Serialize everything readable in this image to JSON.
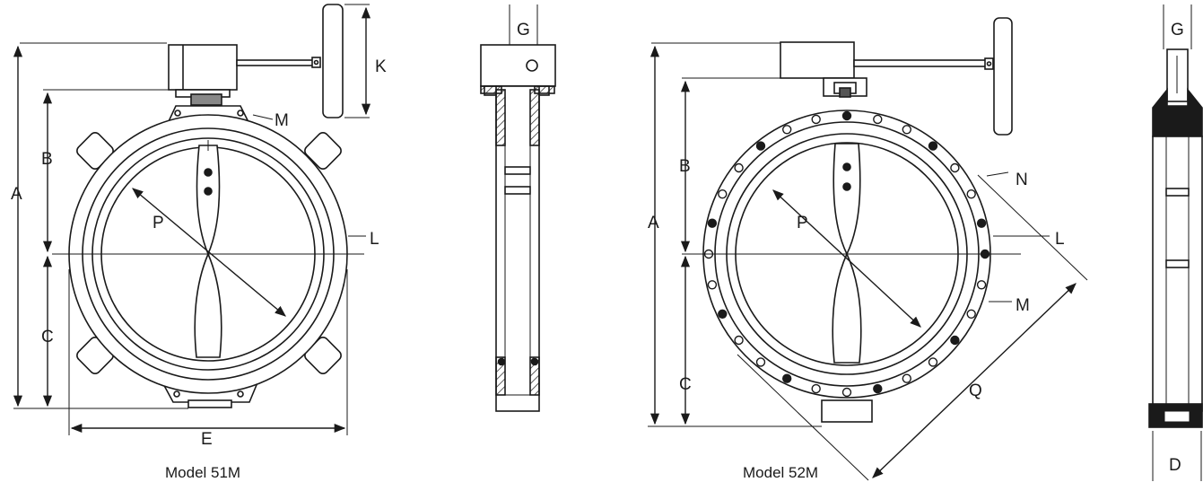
{
  "model_51m": {
    "caption": "Model 51M",
    "labels": {
      "a": "A",
      "b": "B",
      "c": "C",
      "e": "E",
      "k": "K",
      "l": "L",
      "m": "M",
      "p": "P"
    }
  },
  "side_view_51m": {
    "labels": {
      "g": "G"
    }
  },
  "model_52m": {
    "caption": "Model 52M",
    "labels": {
      "a": "A",
      "b": "B",
      "c": "C",
      "l": "L",
      "m": "M",
      "n": "N",
      "p": "P",
      "q": "Q"
    }
  },
  "side_view_52m": {
    "labels": {
      "g": "G",
      "d": "D"
    }
  },
  "colors": {
    "line": "#1a1a1a",
    "shade": "#b8b8b8",
    "fill": "#ffffff"
  }
}
